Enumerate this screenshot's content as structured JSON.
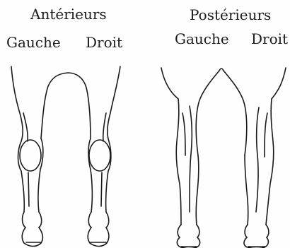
{
  "figure": {
    "anterior": {
      "title": "Antérieurs",
      "left_label": "Gauche",
      "right_label": "Droit"
    },
    "posterior": {
      "title": "Postérieurs",
      "left_label": "Gauche",
      "right_label": "Droit"
    },
    "ink_color": "#1a1a1a"
  }
}
